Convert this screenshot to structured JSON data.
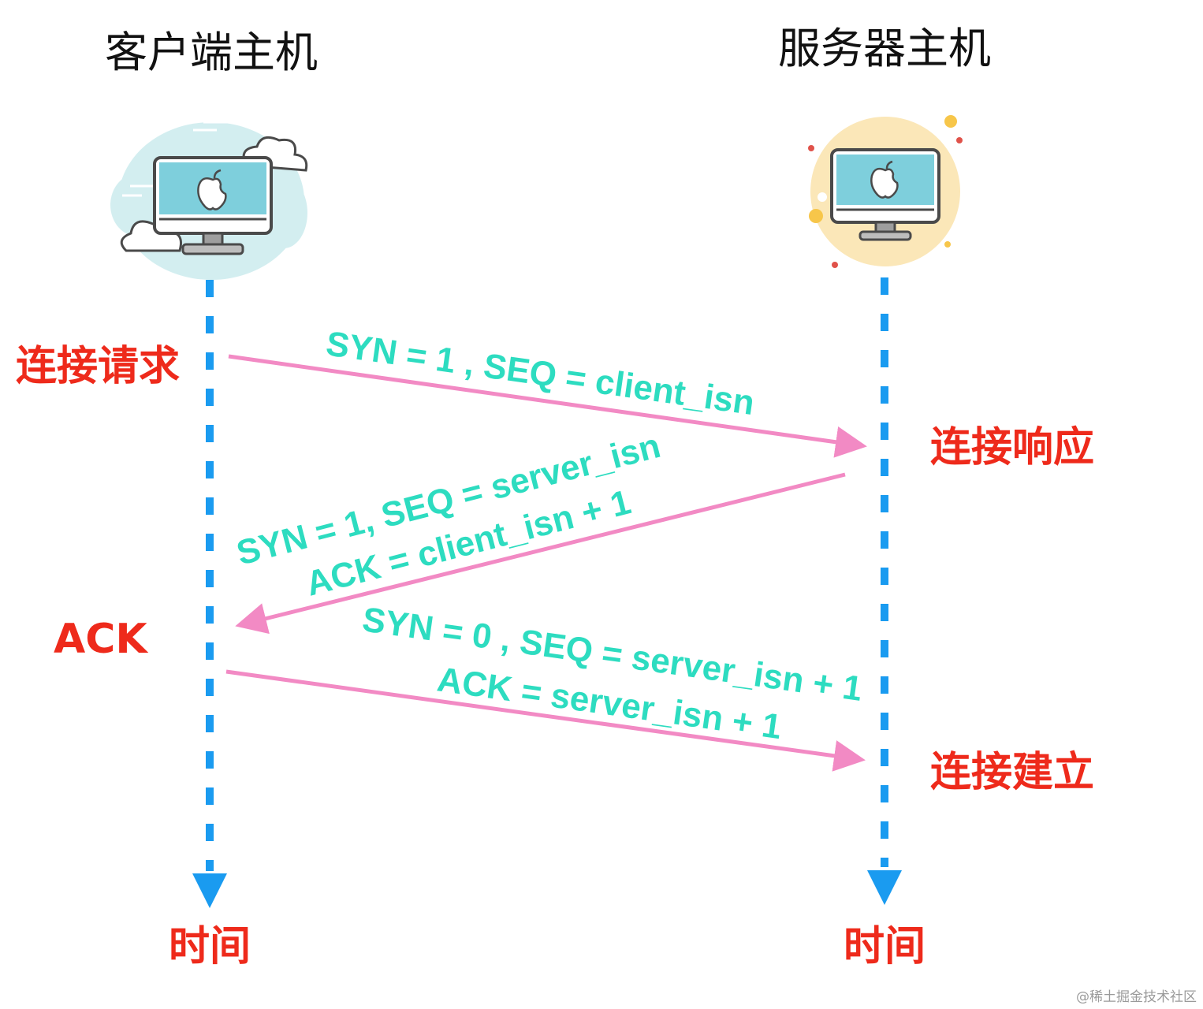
{
  "client": {
    "title": "客户端主机",
    "time_label": "时间",
    "icon": "computer-cloud-icon"
  },
  "server": {
    "title": "服务器主机",
    "time_label": "时间",
    "icon": "computer-sun-icon"
  },
  "events": {
    "connect_request": "连接请求",
    "connect_response": "连接响应",
    "ack": "ACK",
    "established": "连接建立"
  },
  "messages": {
    "syn": {
      "line1": "SYN = 1 , SEQ = client_isn"
    },
    "synack": {
      "line1": "SYN = 1,  SEQ = server_isn",
      "line2": "ACK = client_isn + 1"
    },
    "ack": {
      "line1": "SYN = 0 , SEQ = server_isn + 1",
      "line2": "ACK = server_isn + 1"
    }
  },
  "watermark": "@稀土掘金技术社区",
  "colors": {
    "timeline": "#1a9bf0",
    "arrow": "#f28ac4",
    "packet_text": "#2ddcc0",
    "event_text": "#ee2a1b",
    "title_text": "#111111",
    "cloud": "#d3eef0",
    "sun": "#fbe7b8",
    "screen": "#7ecfdc",
    "monitor_frame": "#4a4a4a"
  }
}
